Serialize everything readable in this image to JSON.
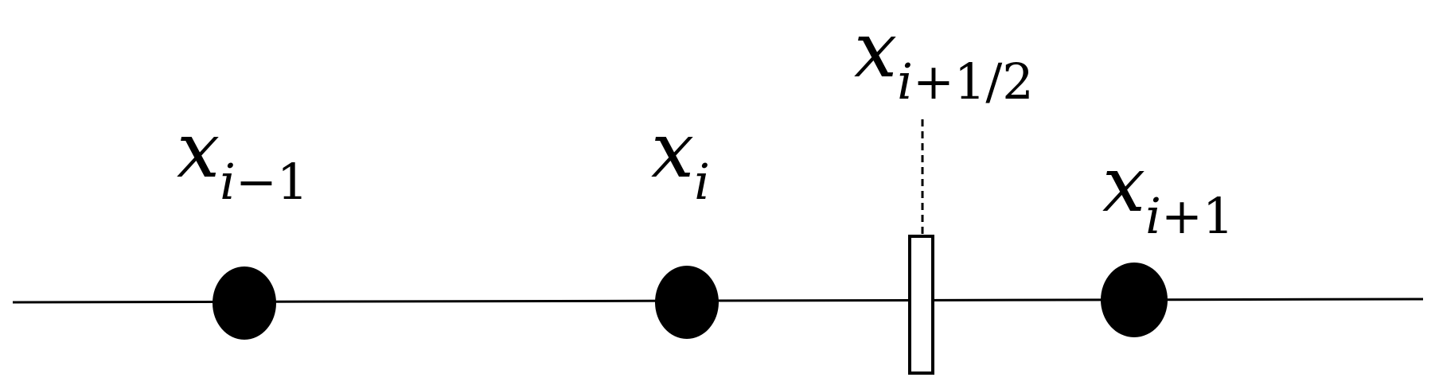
{
  "diagram": {
    "points": [
      {
        "var": "x",
        "sub_index": "i",
        "sub_rest": "−1"
      },
      {
        "var": "x",
        "sub_index": "i",
        "sub_rest": ""
      },
      {
        "var": "x",
        "sub_index": "i",
        "sub_rest": "+1"
      }
    ],
    "interface": {
      "var": "x",
      "sub_index": "i",
      "sub_rest": "+1/2"
    },
    "colors": {
      "line": "#000000",
      "node": "#000000",
      "interface_fill": "#ffffff",
      "background": "#ffffff"
    }
  }
}
